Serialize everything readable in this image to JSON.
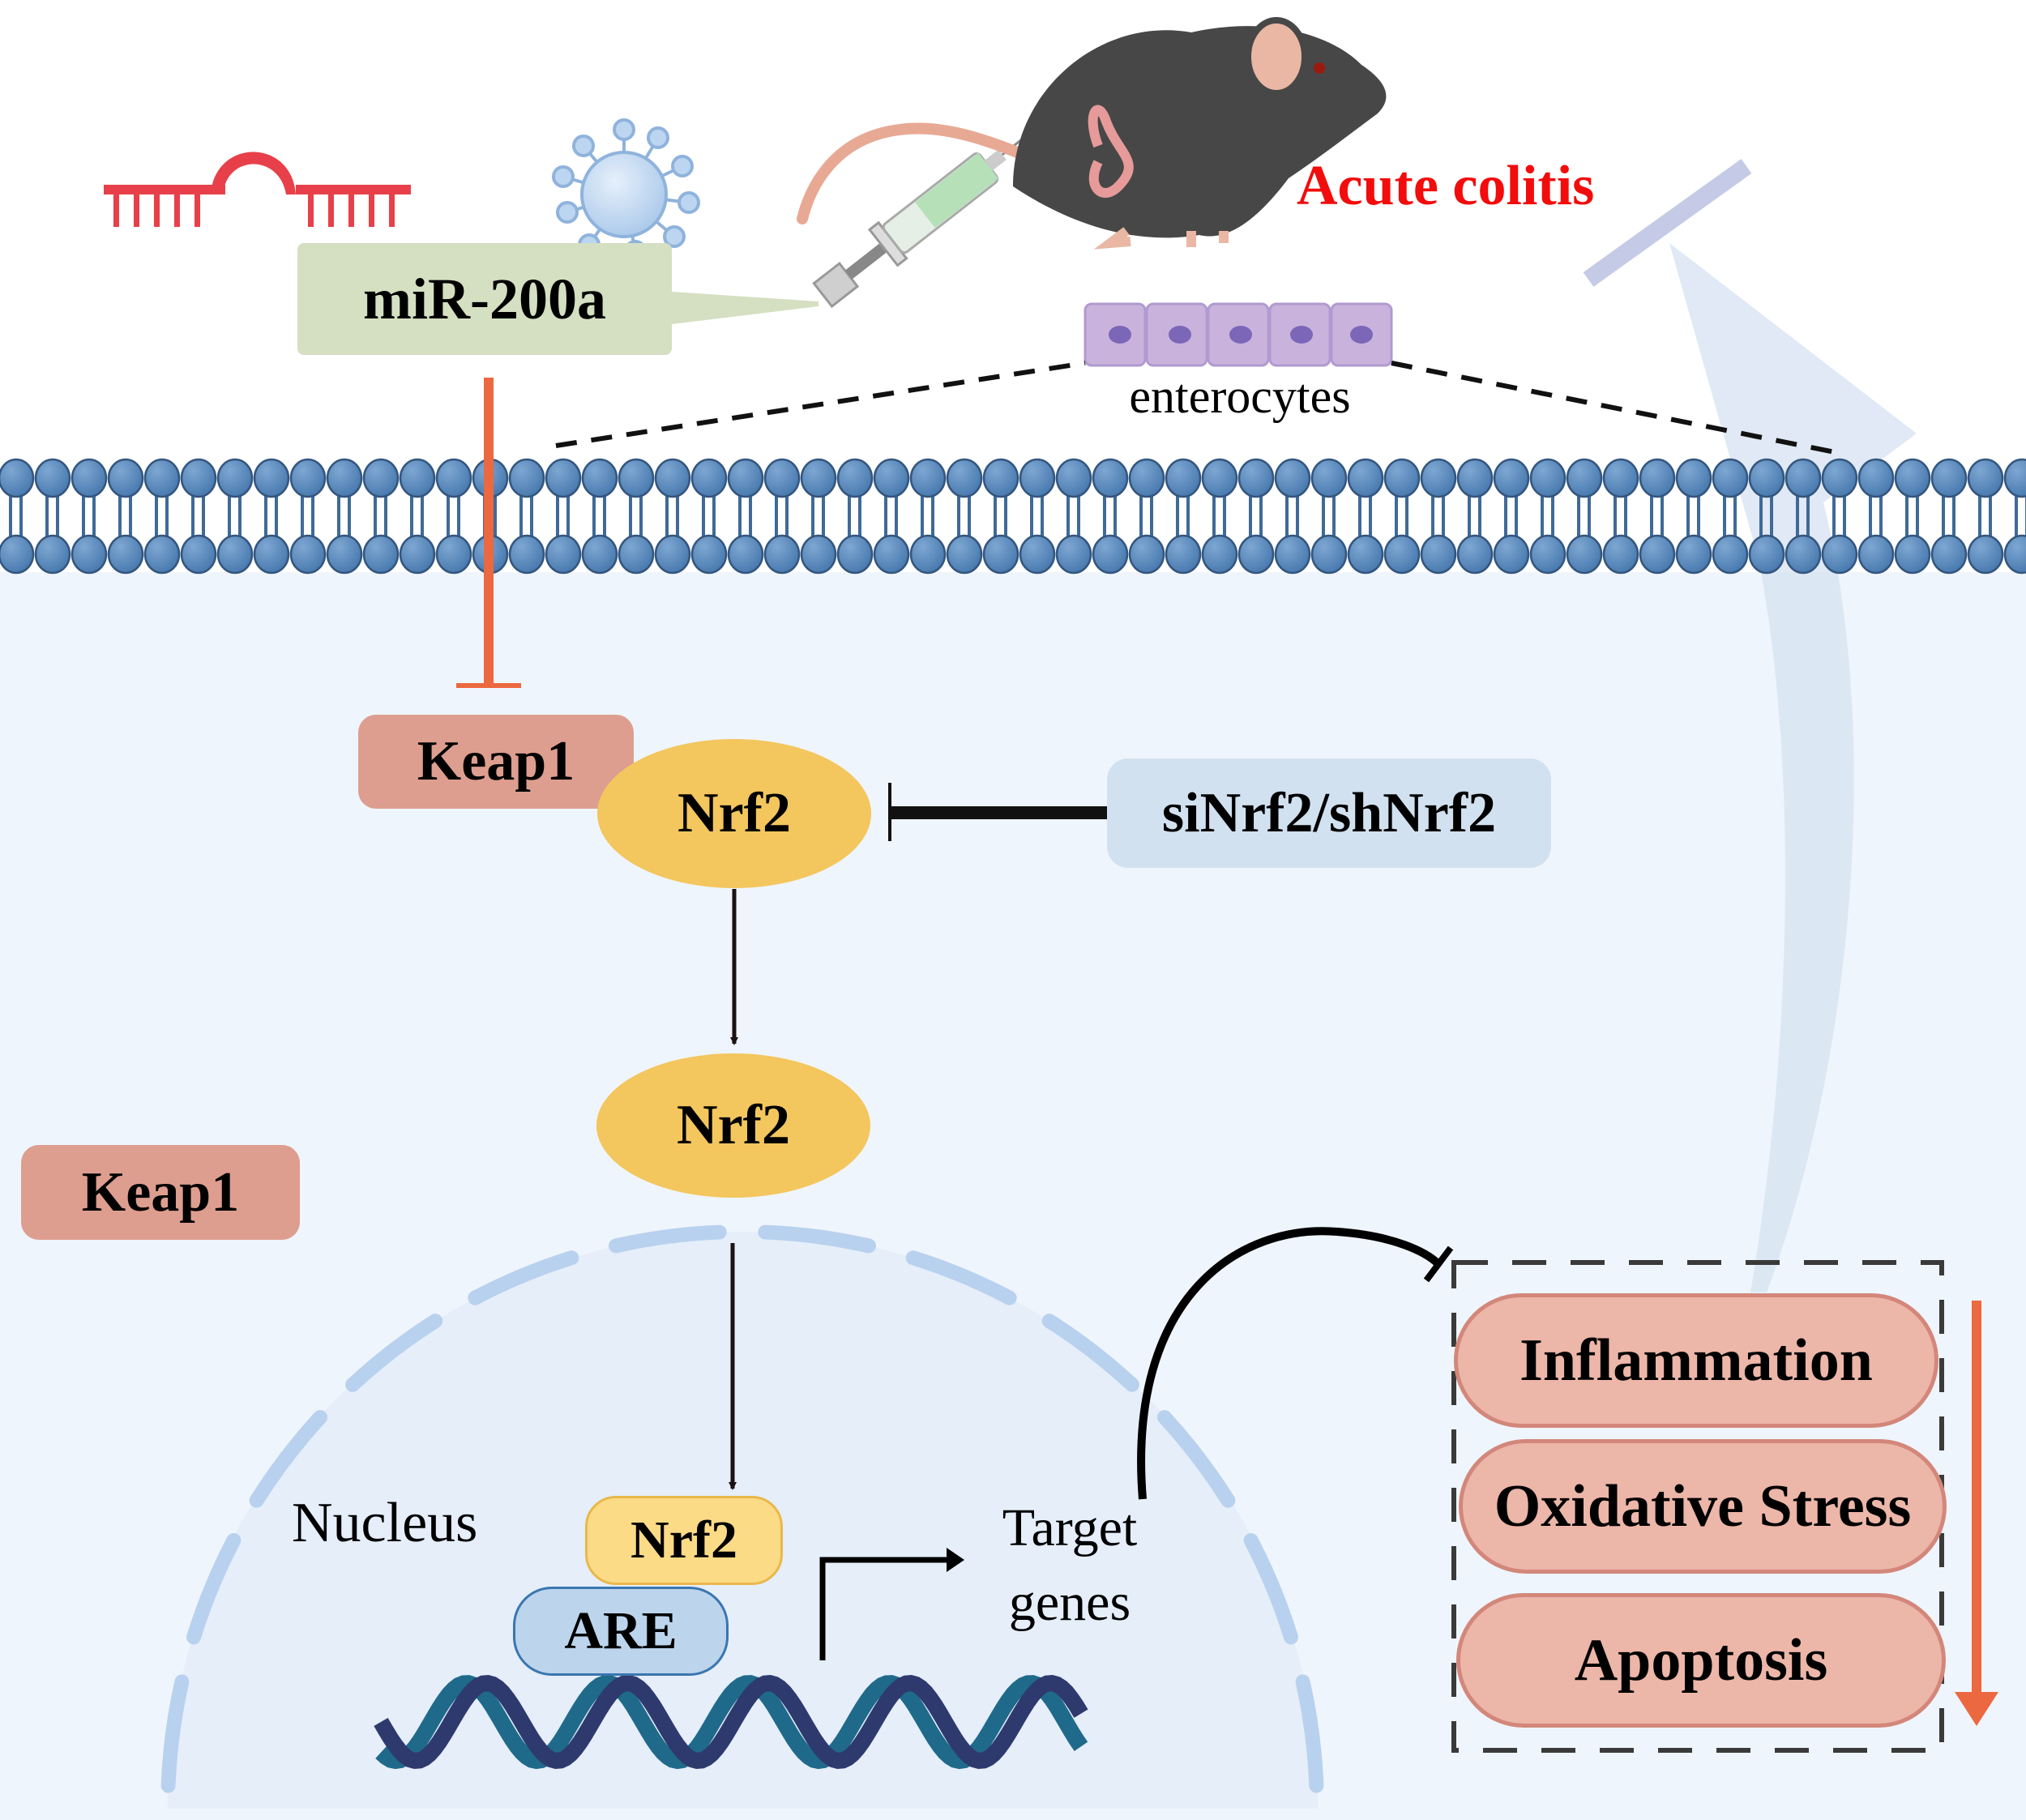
{
  "figure": {
    "title": "Acute colitis",
    "title_color": "#f20c0c",
    "treatment": "miR-200a",
    "cell_type_label": "enterocytes",
    "nodes": {
      "keap1_membrane": "Keap1",
      "nrf2_cytoplasm": "Nrf2",
      "nrf2_translocated": "Nrf2",
      "keap1_released": "Keap1",
      "nrf2_nuclear": "Nrf2",
      "are": "ARE",
      "inhibitor": "siNrf2/shNrf2"
    },
    "nucleus_label": "Nucleus",
    "target_genes_label": [
      "Target",
      "genes"
    ],
    "outcomes": [
      "Inflammation",
      "Oxidative Stress",
      "Apoptosis"
    ],
    "icons": [
      "mirna-hairpin-icon",
      "virus-vector-icon",
      "syringe-icon",
      "mouse-icon",
      "colon-icon",
      "enterocyte-cells-icon",
      "cell-membrane-icon",
      "dna-helix-icon"
    ],
    "colors": {
      "inhibit_red": "#ec6840",
      "keap1": "#dd9e8f",
      "nrf2": "#f3c65e",
      "sinrf2_box": "#d2e1ef",
      "membrane": "#5a8bbd",
      "outcome_pill": "#ecb6a9",
      "decrease_arrow": "#ec6840"
    }
  }
}
